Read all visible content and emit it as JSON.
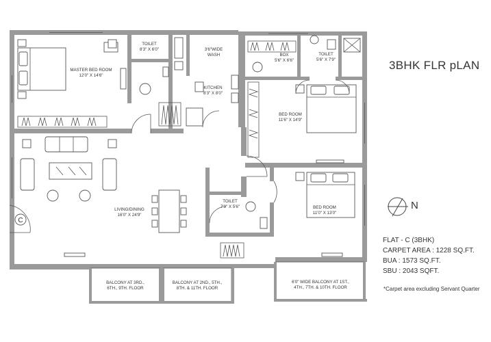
{
  "title": "3BHK FLR pLAN",
  "compass": {
    "letter": "N"
  },
  "info": {
    "flat": "FLAT - C (3BHK)",
    "carpet_area": "CARPET AREA : 1228 SQ.FT.",
    "bua": "BUA : 1573 SQ.FT.",
    "sbu": "SBU : 2043 SQFT."
  },
  "footnote": "*Carpet area excluding Servant Quarter",
  "rooms": {
    "master_bed": {
      "name": "MASTER BED ROOM",
      "size": "12'0\" X 14'6\""
    },
    "toilet1": {
      "name": "TOILET",
      "size": "8'3\" X 6'0\""
    },
    "wash": {
      "name": "3'6\"WIDE",
      "name2": "WASH"
    },
    "kitchen": {
      "name": "KITCHEN",
      "size": "8'3\" X 8'0\""
    },
    "box": {
      "name": "BOX",
      "size": "5'6\" X 6'6\""
    },
    "toilet2": {
      "name": "TOILET",
      "size": "5'6\" X 7'9\""
    },
    "bed2": {
      "name": "BED ROOM",
      "size": "11'6\" X 14'9\""
    },
    "bed3": {
      "name": "BED ROOM",
      "size": "11'0\" X 13'0\""
    },
    "living": {
      "name": "LIVING/DINING",
      "size": "16'0\" X 24'9\""
    },
    "toilet3": {
      "name": "TOILET",
      "size": "7'9\" X 5'6\""
    },
    "balcony1": {
      "line1": "BALCONY AT 3RD.,",
      "line2": "6TH., 9TH. FLOOR"
    },
    "balcony2": {
      "line1": "BALCONY AT 2ND., 5TH.,",
      "line2": "8TH. & 11TH. FLOOR"
    },
    "balcony3": {
      "line1": "6'0\" WIDE BALCONY AT 1ST.,",
      "line2": "4TH., 7TH. & 10TH. FLOOR"
    }
  },
  "entry_marker": "C"
}
